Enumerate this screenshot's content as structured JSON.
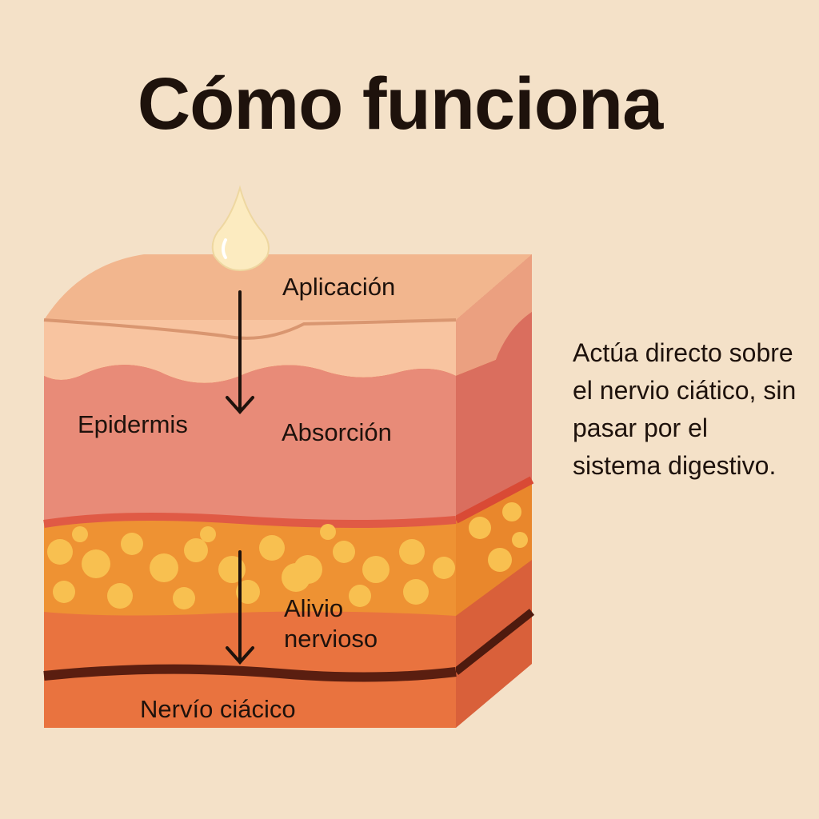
{
  "title": "Cómo funciona",
  "labels": {
    "application": "Aplicación",
    "epidermis": "Epidermis",
    "absorption": "Absorción",
    "relief_line1": "Alivio",
    "relief_line2": "nervioso",
    "nerve": "Nervío ciácico"
  },
  "side_text": "Actúa directo sobre el nervio ciático, sin pasar por el sistema digestivo.",
  "colors": {
    "background": "#F4E1C8",
    "skin_top": "#F5BE98",
    "epidermis": "#E88B78",
    "fat": "#EE9233",
    "fat_cells": "#F8C050",
    "dermis": "#E9733F",
    "nerve": "#5A1E10"
  }
}
